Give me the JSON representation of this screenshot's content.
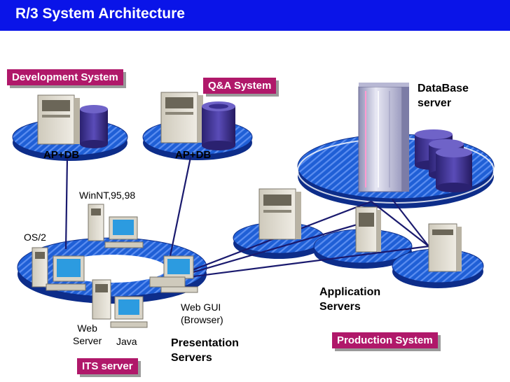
{
  "title": "R/3 System Architecture",
  "systems": {
    "development": "Development System",
    "qa": "Q&A System",
    "production": "Production System",
    "its": "ITS server"
  },
  "labels": {
    "ap_db_dev": "AP+DB",
    "ap_db_qa": "AP+DB",
    "database_server": [
      "DataBase",
      "server"
    ],
    "winnt": "WinNT,95,98",
    "os2": "OS/2",
    "web_gui": [
      "Web GUI",
      "(Browser)"
    ],
    "web_server": [
      "Web",
      "Server"
    ],
    "java": "Java",
    "presentation_servers": [
      "Presentation",
      "Servers"
    ],
    "application_servers": [
      "Application",
      "Servers"
    ]
  },
  "colors": {
    "title_bar": "#0a14e8",
    "tag_background": "#b0186a",
    "disc_blue": "#1f5fd6",
    "database_purple": "#3a2f8f",
    "connection_line": "#1a1a6e"
  },
  "icons": [
    "server-tower-icon",
    "database-cylinder-icon",
    "workstation-icon",
    "monitor-icon",
    "mainframe-icon"
  ]
}
